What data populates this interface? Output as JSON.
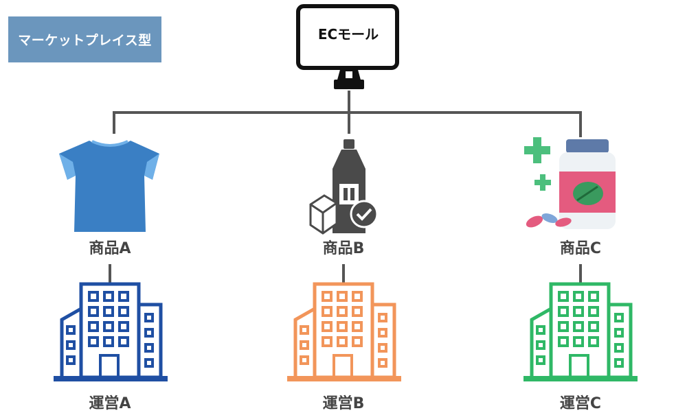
{
  "type_label": "マーケットプレイス型",
  "mall": {
    "label": "ECモール"
  },
  "products": [
    {
      "label": "商品A",
      "icon": "tshirt-icon"
    },
    {
      "label": "商品B",
      "icon": "bottle-box-icon"
    },
    {
      "label": "商品C",
      "icon": "supplement-bottle-icon"
    }
  ],
  "operators": [
    {
      "label": "運営A",
      "color": "#1f4fa3"
    },
    {
      "label": "運営B",
      "color": "#f2955a"
    },
    {
      "label": "運営C",
      "color": "#2fb866"
    }
  ],
  "colors": {
    "line": "#555555",
    "badge": "#6b96bd",
    "monitor": "#111111"
  }
}
